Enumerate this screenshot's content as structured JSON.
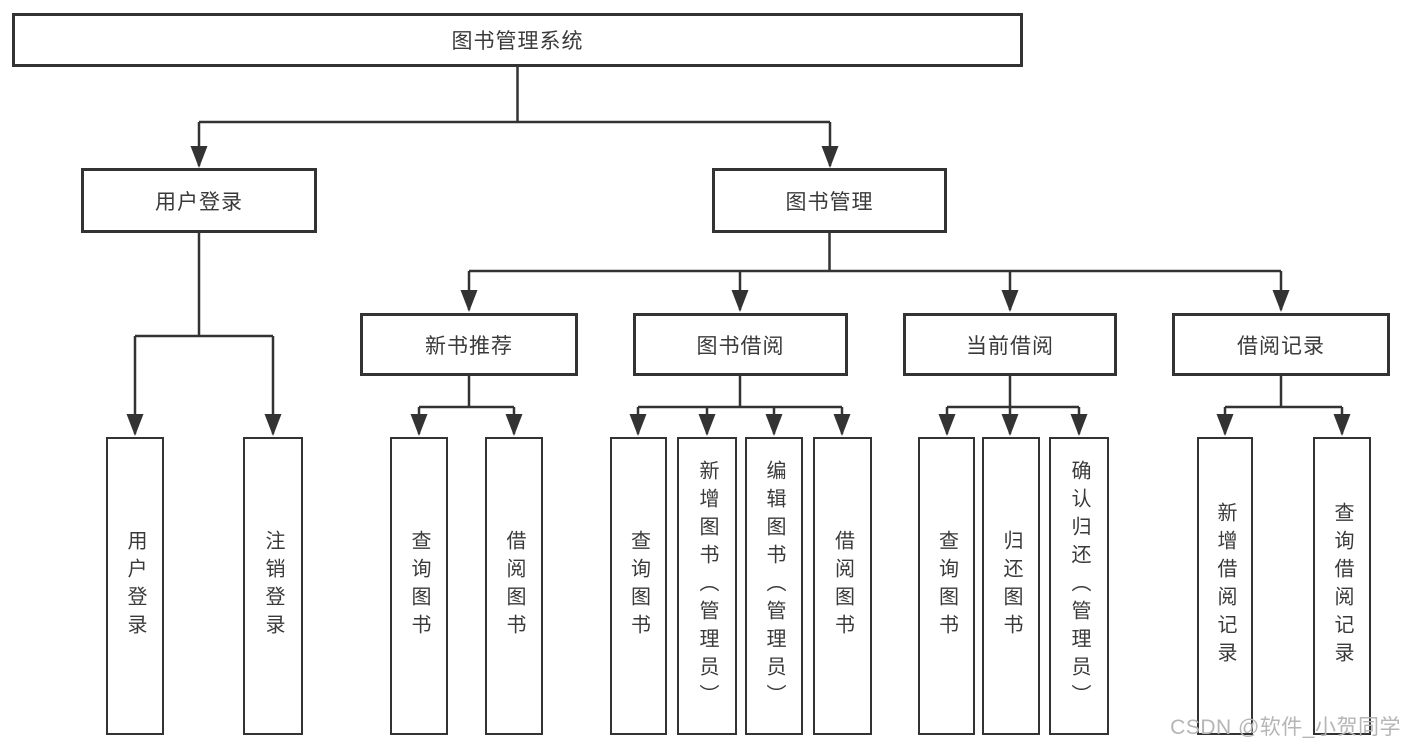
{
  "diagram": {
    "root_label": "图书管理系统",
    "user_login": {
      "label": "用户登录",
      "leaves": [
        "用户登录",
        "注销登录"
      ]
    },
    "book_mgmt": {
      "label": "图书管理",
      "sections": [
        {
          "label": "新书推荐",
          "leaves": [
            "查询图书",
            "借阅图书"
          ]
        },
        {
          "label": "图书借阅",
          "leaves": [
            "查询图书",
            "新增图书（管理员）",
            "编辑图书（管理员）",
            "借阅图书"
          ]
        },
        {
          "label": "当前借阅",
          "leaves": [
            "查询图书",
            "归还图书",
            "确认归还（管理员）"
          ]
        },
        {
          "label": "借阅记录",
          "leaves": [
            "新增借阅记录",
            "查询借阅记录"
          ]
        }
      ]
    },
    "watermark": "CSDN @软件_小贺同学"
  },
  "colors": {
    "line": "#333333",
    "text": "#3a3a3a",
    "watermark": "#b5b5b5",
    "background": "#ffffff"
  }
}
